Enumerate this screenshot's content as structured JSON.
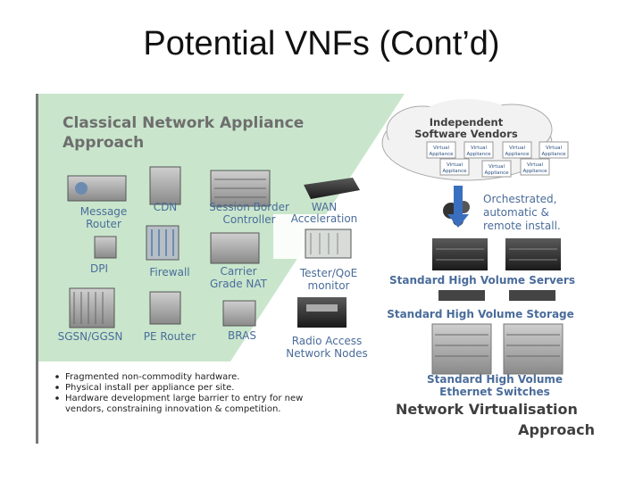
{
  "slide": {
    "title": "Potential VNFs (Cont’d)"
  },
  "classical": {
    "heading_line1": "Classical Network Appliance",
    "heading_line2": "Approach",
    "appliances": [
      {
        "line1": "Message",
        "line2": "Router"
      },
      {
        "line1": "CDN",
        "line2": ""
      },
      {
        "line1": "Session Border",
        "line2": "Controller"
      },
      {
        "line1": "WAN",
        "line2": "Acceleration"
      },
      {
        "line1": "DPI",
        "line2": ""
      },
      {
        "line1": "Firewall",
        "line2": ""
      },
      {
        "line1": "Carrier",
        "line2": "Grade NAT"
      },
      {
        "line1": "Tester/QoE",
        "line2": "monitor"
      },
      {
        "line1": "SGSN/GGSN",
        "line2": ""
      },
      {
        "line1": "PE Router",
        "line2": ""
      },
      {
        "line1": "BRAS",
        "line2": ""
      },
      {
        "line1": "Radio Access",
        "line2": "Network Nodes"
      }
    ],
    "bullets": [
      "Fragmented non-commodity hardware.",
      "Physical install per appliance per site.",
      "Hardware development large barrier to entry for new",
      "vendors, constraining innovation & competition."
    ]
  },
  "virtualisation": {
    "cloud_line1": "Independent",
    "cloud_line2": "Software Vendors",
    "virtual_appliance_line1": "Virtual",
    "virtual_appliance_line2": "Appliance",
    "orchestration": [
      "Orchestrated,",
      "automatic &",
      "remote install."
    ],
    "servers": "Standard High Volume Servers",
    "storage": "Standard High Volume Storage",
    "switches_line1": "Standard High Volume",
    "switches_line2": "Ethernet Switches",
    "title_line1": "Network Virtualisation",
    "title_line2": "Approach"
  },
  "colors": {
    "background_green": "#c9e6cc",
    "label_blue": "#4a6c9a",
    "arrow_white": "#ffffff",
    "server_silver": "#a7a7a7"
  }
}
